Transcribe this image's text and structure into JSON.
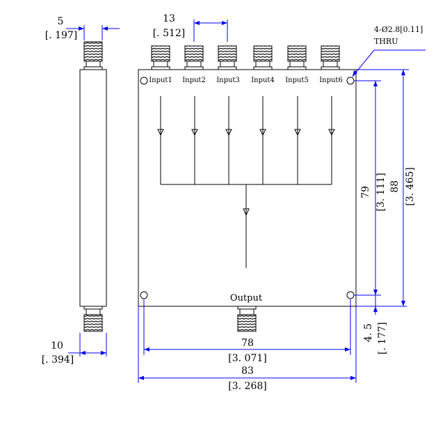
{
  "inputs": [
    "Input1",
    "Input2",
    "Input3",
    "Input4",
    "Input5",
    "Input6"
  ],
  "output_label": "Output",
  "mounting_hole_note": {
    "line1": "4-Ø2.8[0.11]",
    "line2": "THRU"
  },
  "dimensions": {
    "side_connector_width": {
      "mm": "5",
      "inch": "[. 197]"
    },
    "connector_pitch": {
      "mm": "13",
      "inch": "[. 512]"
    },
    "side_thickness": {
      "mm": "10",
      "inch": "[. 394]"
    },
    "hole_span_x": {
      "mm": "78",
      "inch": "[3. 071]"
    },
    "body_width": {
      "mm": "83",
      "inch": "[3. 268]"
    },
    "hole_span_y": {
      "mm": "79",
      "inch": "[3. 111]"
    },
    "body_height": {
      "mm": "88",
      "inch": "[3. 465]"
    },
    "output_offset": {
      "mm": "4. 5",
      "inch": "[. 177]"
    }
  },
  "colors": {
    "drawing": "#000000",
    "dimension": "#0000ff"
  }
}
